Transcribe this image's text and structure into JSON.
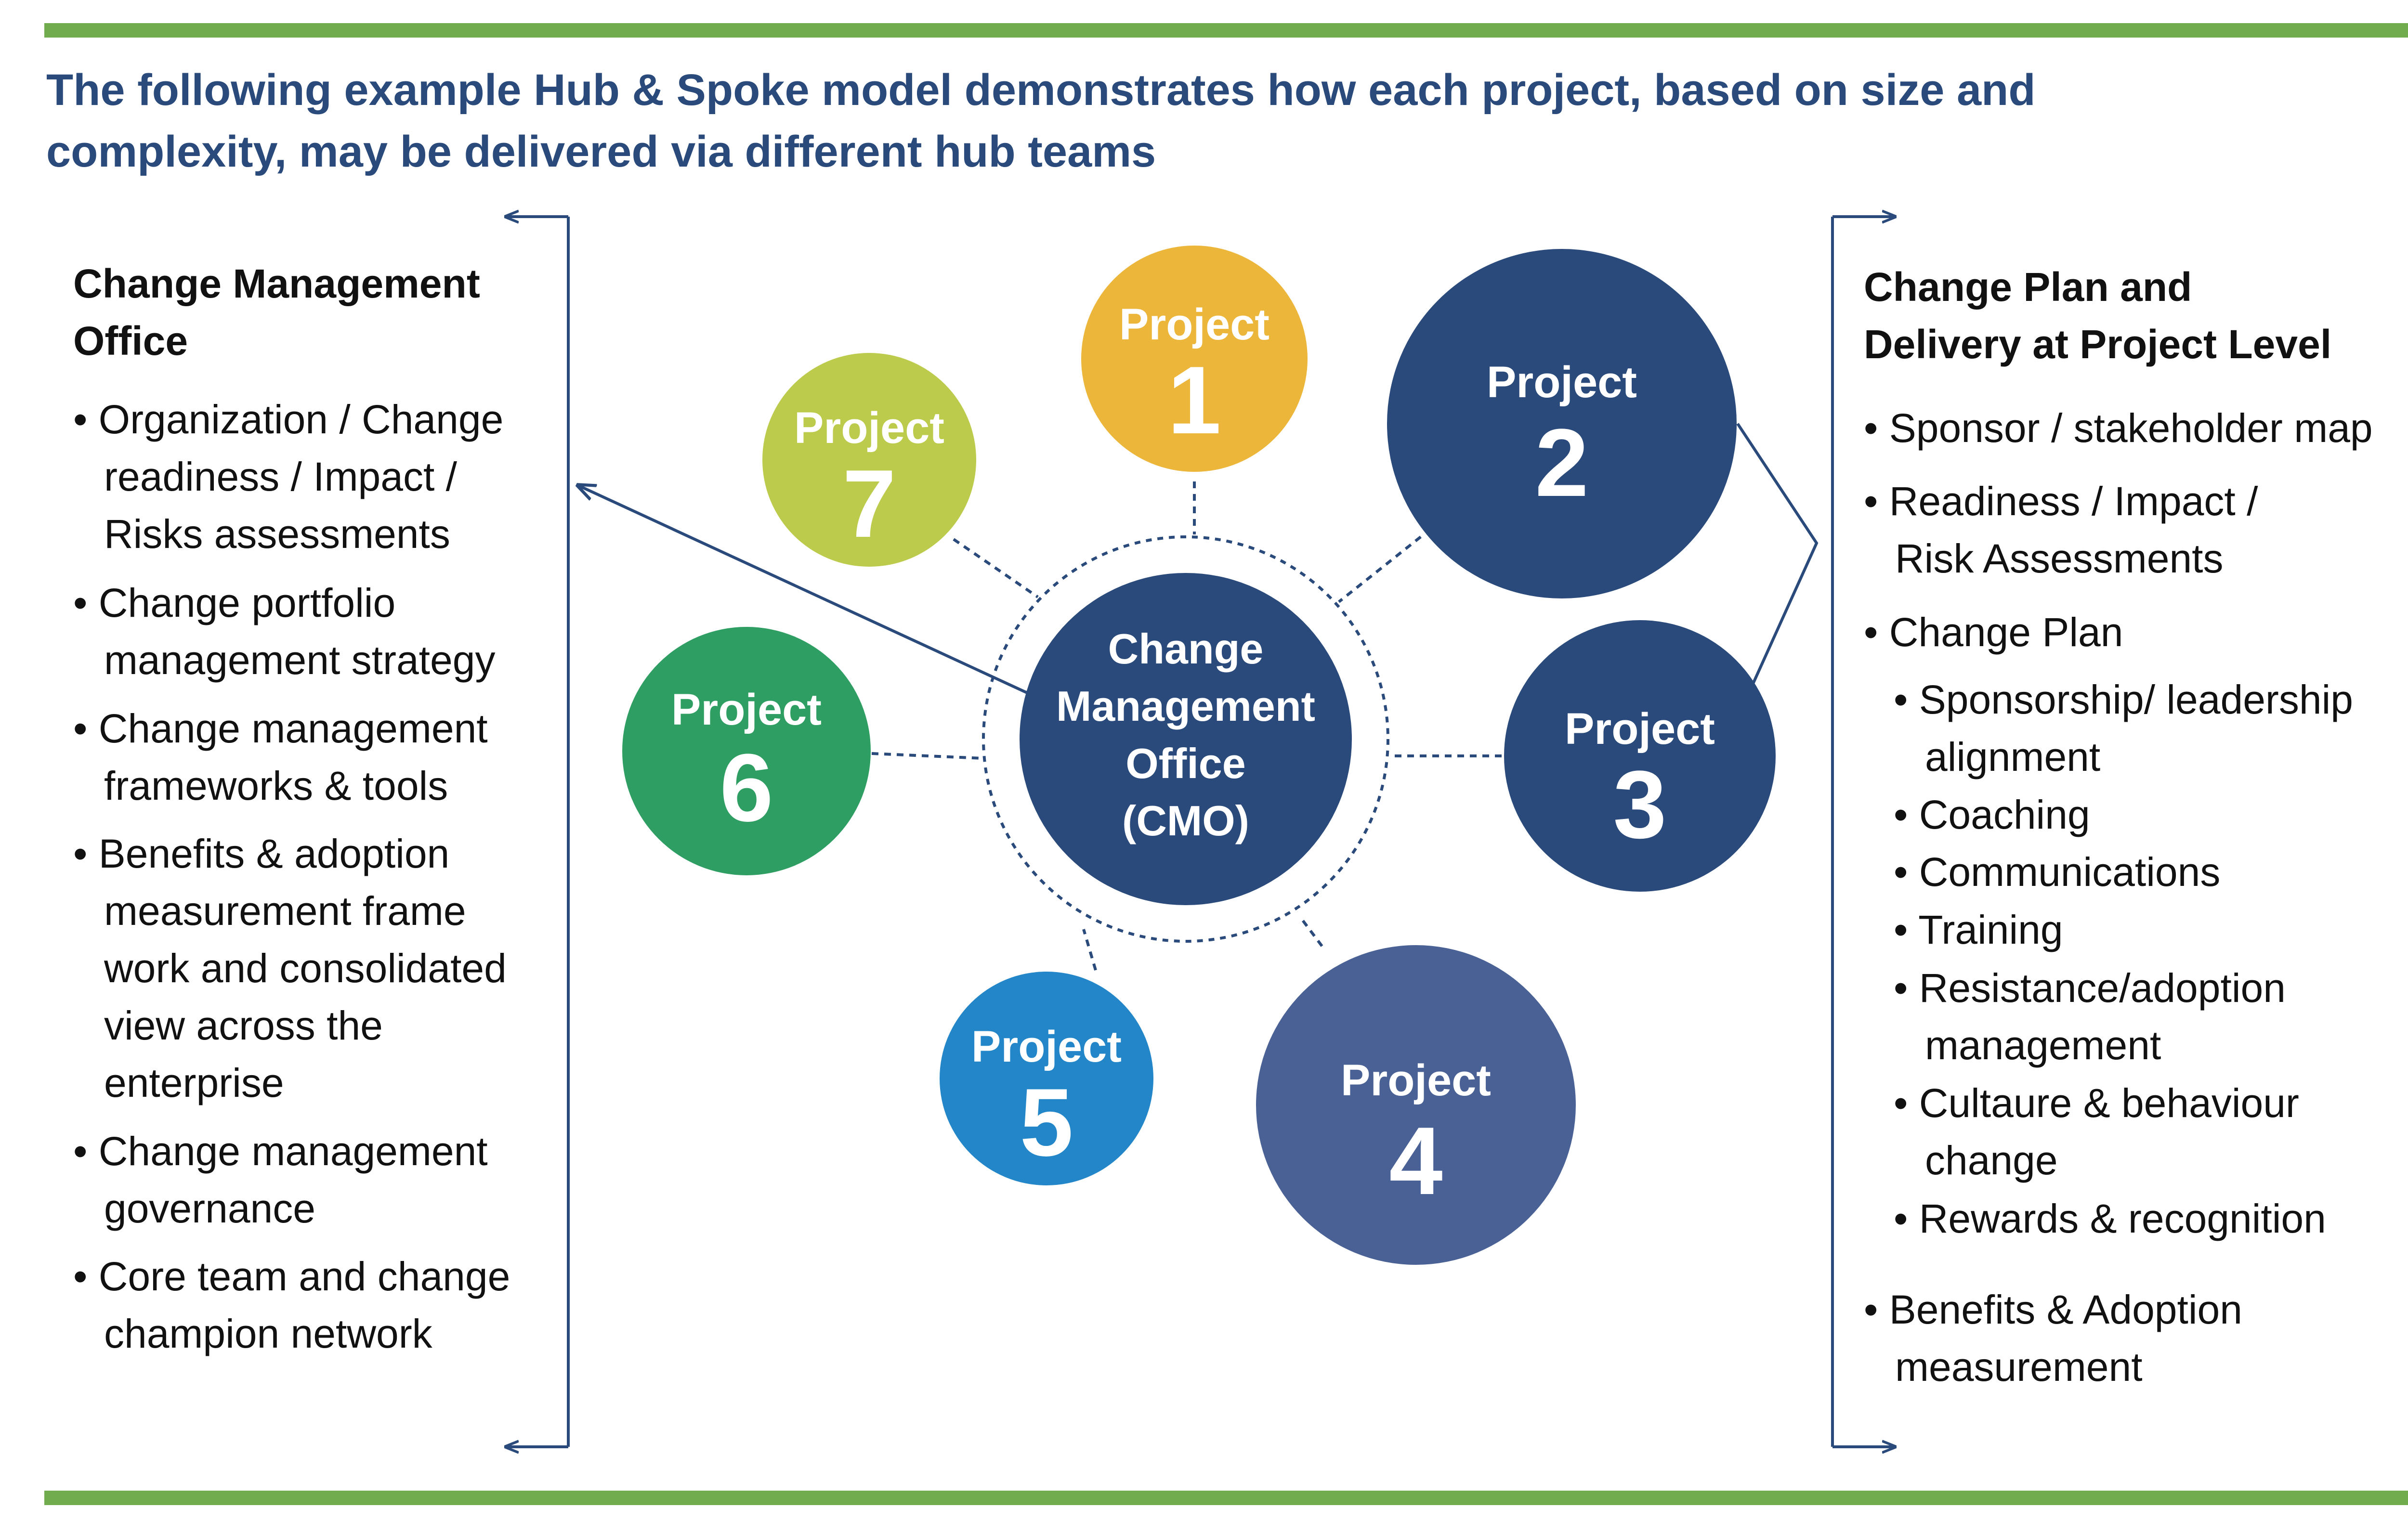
{
  "header": {
    "title_line1": "The following example Hub & Spoke model demonstrates how each project, based on size and",
    "title_line2": "complexity, may be delivered via different hub teams"
  },
  "colors": {
    "green_bar": "#71ad4f",
    "navy": "#2a4a7b",
    "project1": "#ecb63b",
    "project2": "#2a4a7b",
    "project3": "#2a4a7b",
    "project4": "#4a6196",
    "project5": "#2386c8",
    "project6": "#2f9e63",
    "project7": "#bccb4b",
    "hub": "#2a4a7b"
  },
  "hub": {
    "line1": "Change",
    "line2": "Management",
    "line3": "Office",
    "line4": "(CMO)"
  },
  "projects": {
    "p1": {
      "label": "Project",
      "number": "1"
    },
    "p2": {
      "label": "Project",
      "number": "2"
    },
    "p3": {
      "label": "Project",
      "number": "3"
    },
    "p4": {
      "label": "Project",
      "number": "4"
    },
    "p5": {
      "label": "Project",
      "number": "5"
    },
    "p6": {
      "label": "Project",
      "number": "6"
    },
    "p7": {
      "label": "Project",
      "number": "7"
    }
  },
  "left_panel": {
    "heading_line1": "Change Management",
    "heading_line2": "Office",
    "lines": [
      "• Organization / Change",
      "readiness / Impact /",
      "Risks  assessments",
      "• Change portfolio",
      "management strategy",
      "• Change management",
      "frameworks & tools",
      "• Benefits & adoption",
      "measurement frame",
      "work and consolidated",
      "view across the",
      "enterprise",
      "• Change management",
      "governance",
      "• Core team and change",
      "champion network"
    ]
  },
  "right_panel": {
    "heading_line1": "Change Plan and",
    "heading_line2": "Delivery at Project Level",
    "lines": [
      "• Sponsor / stakeholder map",
      "• Readiness / Impact /",
      "Risk Assessments",
      "• Change Plan",
      "• Sponsorship/ leadership",
      "alignment",
      "• Coaching",
      "• Communications",
      "• Training",
      "• Resistance/adoption",
      "management",
      "• Cultaure & behaviour",
      "change",
      "• Rewards & recognition",
      "• Benefits & Adoption",
      "measurement"
    ]
  }
}
